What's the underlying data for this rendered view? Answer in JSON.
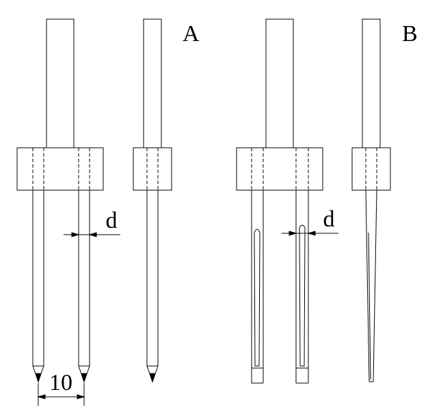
{
  "panels": {
    "a": {
      "label": "A"
    },
    "b": {
      "label": "B"
    }
  },
  "dimensions": {
    "spacing": "10",
    "diameter_a": "d",
    "diameter_b": "d"
  }
}
